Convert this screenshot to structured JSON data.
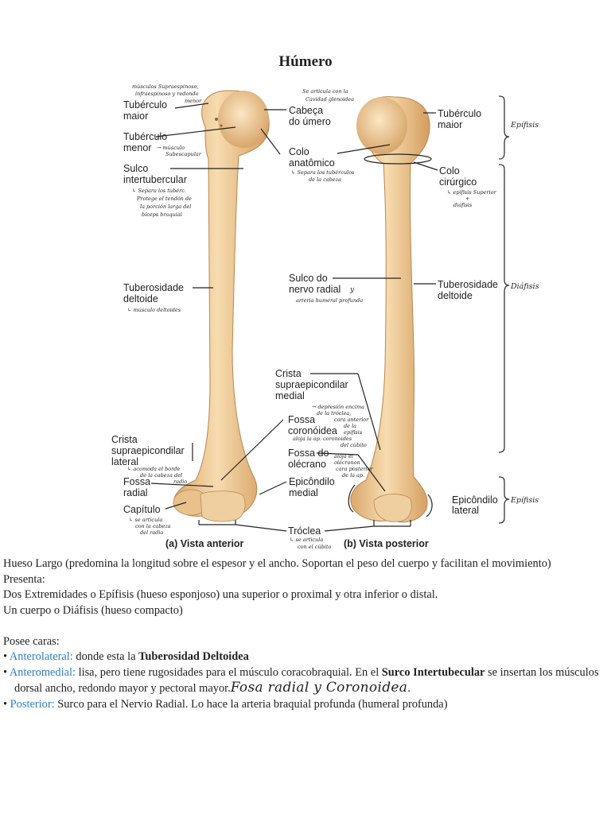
{
  "title": "Húmero",
  "figure": {
    "labels": {
      "tuberculo_maior_a": [
        "Tubérculo",
        "maior"
      ],
      "tuberculo_menor": [
        "Tubérculo",
        "menor"
      ],
      "sulco_intertubercular": [
        "Sulco",
        "intertubercular"
      ],
      "tuberosidade_a": [
        "Tuberosidade",
        "deltoide"
      ],
      "crista_lateral": [
        "Crista",
        "supraepicondilar",
        "lateral"
      ],
      "fossa_radial": [
        "Fossa",
        "radial"
      ],
      "capitulo": [
        "Capítulo"
      ],
      "cabeca": [
        "Cabeça",
        "do úmero"
      ],
      "colo_anatomico": [
        "Colo",
        "anatômico"
      ],
      "sulco_nervo": [
        "Sulco do",
        "nervo radial"
      ],
      "crista_medial": [
        "Crista",
        "supraepicondilar",
        "medial"
      ],
      "fossa_coronoidea": [
        "Fossa",
        "coronóidea"
      ],
      "fossa_olecrano": [
        "Fossa do",
        "olécrano"
      ],
      "epicondilo_medial": [
        "Epicôndilo",
        "medial"
      ],
      "troclea": [
        "Tróclea"
      ],
      "tuberculo_maior_b": [
        "Tubérculo",
        "maior"
      ],
      "colo_cirurgico": [
        "Colo",
        "cirúrgico"
      ],
      "tuberosidade_b": [
        "Tuberosidade",
        "deltoide"
      ],
      "epicondilo_lateral": [
        "Epicôndilo",
        "lateral"
      ]
    },
    "captions": {
      "anterior": "(a) Vista anterior",
      "posterior": "(b) Vista posterior"
    },
    "brackets": {
      "epifisis_top": "Epífisis",
      "diafisis": "Diáfisis",
      "epifisis_bottom": "Epífisis"
    },
    "handwritten": {
      "n_musculos": [
        "músculos Supraespinoso,",
        "infraespinoso y redondo",
        "menor"
      ],
      "n_subescapular": [
        "→ músculo",
        "Subescapular"
      ],
      "n_separa": [
        "↳ Separa los tubérc.",
        "Protege el tendón de",
        "la porción larga del",
        "bíceps braquial"
      ],
      "n_deltoides": [
        "↳ músculo deltoides"
      ],
      "n_articula_cavidad": [
        "Se articula con la",
        "Cavidad glenoidea"
      ],
      "n_separa_cabeza": [
        "↳ Separa los tubérculos",
        "de la cabeza"
      ],
      "n_epifisis_sup": [
        "↳ epífisis Superior",
        "+",
        "diáfisis"
      ],
      "n_arteria": [
        "arteria humeral profunda"
      ],
      "n_nervio_y": "y",
      "n_depresion": [
        "→ depresión encima",
        "de la tróclea,",
        "cara anterior",
        "de la",
        "epífisis",
        "aloja la ap. coronoides",
        "del cúbito"
      ],
      "n_acomoda": [
        "↳ acomoda el borde",
        "de la cabeza del",
        "radio"
      ],
      "n_olecrano": [
        "aloja el",
        "olécranon",
        "cara posterior",
        "de la ap."
      ],
      "n_capitulo": [
        "↳ se articula",
        "con la cabeza",
        "del radio"
      ],
      "n_troclea": [
        "↳ se articula",
        "con el cúbito"
      ]
    }
  },
  "body_text": {
    "line1": "Hueso Largo (predomina la longitud sobre el espesor y el ancho. Soportan el peso del cuerpo y facilitan el movimiento)",
    "line2": "Presenta:",
    "line3": "Dos Extremidades o Epífisis (hueso esponjoso) una superior o proximal y otra inferior o distal.",
    "line4": "Un cuerpo o Diáfisis (hueso compacto)",
    "line5": "Posee caras:",
    "bullets": [
      {
        "marker": "•",
        "term": "Anterolateral:",
        "before": " donde esta la ",
        "bold": "Tuberosidad Deltoidea",
        "after": ""
      },
      {
        "marker": "•",
        "term": "Anteromedial:",
        "before": " lisa, pero tiene rugosidades para el músculo coracobraquial. En el ",
        "bold": "Surco Intertubecular",
        "after": " se insertan los músculos dorsal ancho, redondo mayor y pectoral mayor.",
        "handwritten": "Fosa radial y Coronoidea"
      },
      {
        "marker": "•",
        "term": "Posterior:",
        "before": " Surco para el Nervio Radial. Lo hace la arteria braquial profunda (humeral profunda)",
        "bold": "",
        "after": ""
      }
    ]
  }
}
